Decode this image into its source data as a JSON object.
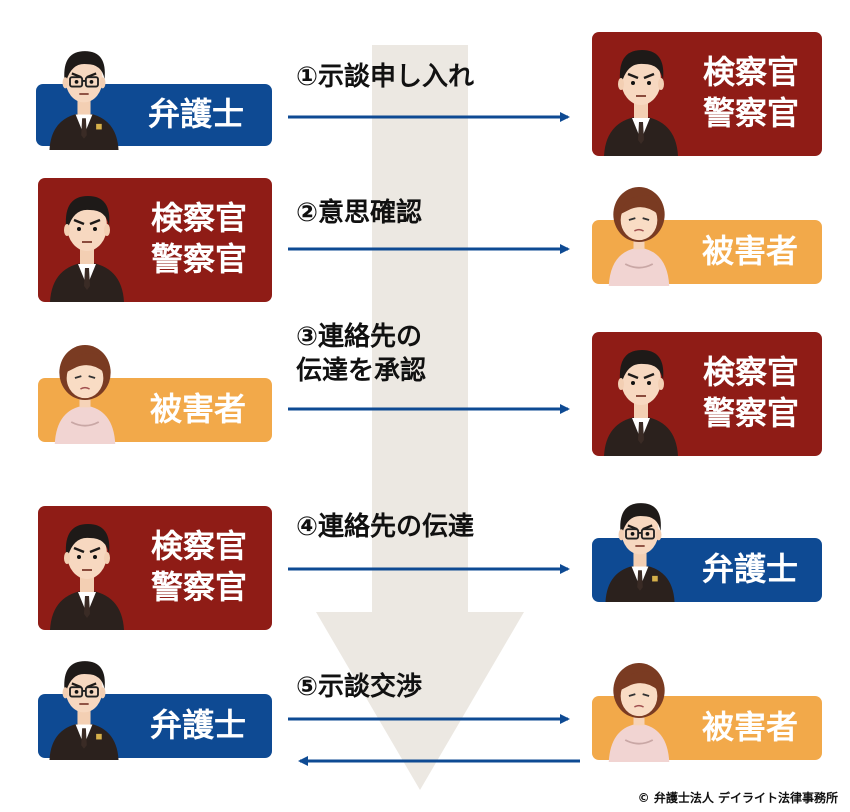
{
  "labels": {
    "lawyer": "弁護士",
    "prosecutor": "検察官\n警察官",
    "victim": "被害者"
  },
  "steps": [
    {
      "label": "①示談申し入れ"
    },
    {
      "label": "②意思確認"
    },
    {
      "label": "③連絡先の\n伝達を承認"
    },
    {
      "label": "④連絡先の伝達"
    },
    {
      "label": "⑤示談交渉"
    }
  ],
  "copyright": "© 弁護士法人 デイライト法律事務所",
  "colors": {
    "lawyer": "#0e4a93",
    "prosecutor": "#8f1c16",
    "victim": "#f2a94a",
    "arrow": "#0e4a93",
    "flow_arrow": "#ece8e2"
  },
  "icons": {
    "lawyer": "lawyer-with-glasses-icon",
    "prosecutor": "officer-in-suit-icon",
    "victim": "woman-victim-icon",
    "arrow": "right-arrow-icon",
    "flow": "down-flow-arrow-icon"
  }
}
